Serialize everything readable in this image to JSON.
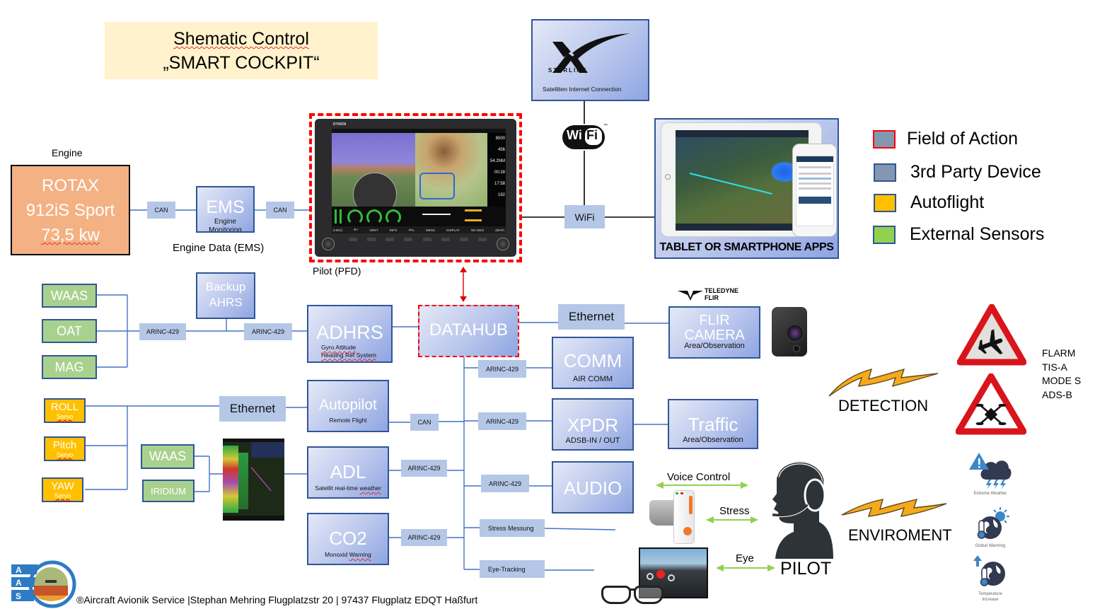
{
  "title": {
    "line1": "Shematic Control",
    "line2": "„SMART COCKPIT“"
  },
  "colors": {
    "component_border": "#2f5597",
    "connector_fill": "#b4c7e7",
    "sensor_fill": "#a9d18e",
    "autoflight_fill": "#ffc000",
    "engine_fill": "#f4b183",
    "field_of_action_border": "#ff0000",
    "title_fill": "#fff2cc",
    "device_swatch": "#8497b0",
    "arrow_green": "#92d050"
  },
  "engine": {
    "caption": "Engine",
    "line1": "ROTAX",
    "line2": "912iS Sport",
    "line3": "73,5 kw"
  },
  "ems": {
    "title": "EMS",
    "subtitle": "Engine Monitoring",
    "caption": "Engine Data (EMS)"
  },
  "connectors": {
    "can1": "CAN",
    "can2": "CAN",
    "can3": "CAN",
    "wifi": "WiFi",
    "arinc_sensors": "ARINC-429",
    "arinc_adhrs": "ARINC-429",
    "ethernet_flir": "Ethernet",
    "ethernet_servos": "Ethernet",
    "arinc_comm": "ARINC-429",
    "arinc_xpdr": "ARINC-429",
    "arinc_adl": "ARINC-429",
    "arinc_audio": "ARINC-429",
    "arinc_co2": "ARINC-429",
    "stress": "Stress Messung",
    "eye": "Eye-Tracking"
  },
  "pfd": {
    "caption": "Pilot (PFD)",
    "brand": "DYNON",
    "softkeys": [
      "(HDG)",
      "⊕+",
      "NRST",
      "INFO",
      "FPL",
      "MENU",
      "DISPLAY",
      "NO MSG",
      "(MAP)"
    ],
    "readouts": [
      "8500",
      "456",
      "54.2NM",
      "00:28",
      "17:58",
      "192"
    ]
  },
  "starlink": {
    "brand": "STARLINK",
    "caption": "Satelliten Internet Connection"
  },
  "wifi_logo": {
    "left": "Wi",
    "right": "Fi",
    "tm": "™"
  },
  "tablet": {
    "caption": "TABLET OR SMARTPHONE APPS"
  },
  "legend": [
    {
      "label": "Field of Action",
      "swatch": "#8497b0",
      "border": "#ff0000"
    },
    {
      "label": "3rd Party Device",
      "swatch": "#8497b0",
      "border": "#2f5597"
    },
    {
      "label": "Autoflight",
      "swatch": "#ffc000",
      "border": "#2f5597"
    },
    {
      "label": "External Sensors",
      "swatch": "#92d050",
      "border": "#2f5597"
    }
  ],
  "sensors_top": [
    "WAAS",
    "OAT",
    "MAG"
  ],
  "backup_ahrs": {
    "line1": "Backup",
    "line2": "AHRS"
  },
  "adhrs": {
    "title": "ADHRS",
    "sub1": "Gyro Attitude",
    "sub2": "Heading Ref System"
  },
  "datahub": {
    "title": "DATAHUB"
  },
  "flir": {
    "brand_line1": "TELEDYNE",
    "brand_line2": "FLIR",
    "line1": "FLIR",
    "line2": "CAMERA",
    "subtitle": "Area/Observation"
  },
  "comm": {
    "title": "COMM",
    "subtitle": "AIR COMM"
  },
  "xpdr": {
    "title": "XPDR",
    "subtitle": "ADSB-IN / OUT"
  },
  "traffic": {
    "title": "Traffic",
    "subtitle": "Area/Observation"
  },
  "audio": {
    "title": "AUDIO"
  },
  "servos": [
    {
      "title": "ROLL",
      "sub": "Servo"
    },
    {
      "title": "Pitch",
      "sub": "Servo"
    },
    {
      "title": "YAW",
      "sub": "Servo"
    }
  ],
  "autopilot": {
    "title": "Autopilot",
    "subtitle": "Remote Flight"
  },
  "sensors_bottom": [
    "WAAS",
    "IRIDIUM"
  ],
  "adl": {
    "title": "ADL",
    "subtitle_a": "Satellit real-time ",
    "subtitle_b": "weather"
  },
  "co2": {
    "title": "CO2",
    "subtitle_a": "Monoxid ",
    "subtitle_b": "Warning"
  },
  "pilot_links": {
    "voice": "Voice Control",
    "stress": "Stress",
    "eye": "Eye"
  },
  "pilot": {
    "label": "PILOT"
  },
  "detection": {
    "label": "DETECTION",
    "systems": [
      "FLARM",
      "TIS-A",
      "MODE S",
      "ADS-B"
    ]
  },
  "environment": {
    "label": "ENVIROMENT",
    "icons": [
      "Extreme Weather",
      "Global Warming",
      "Temperature Increase"
    ]
  },
  "footer": {
    "logo_letters": [
      "A",
      "A",
      "S"
    ],
    "text": "®Aircraft Avionik Service |Stephan Mehring Flugplatzstr 20 | 97437 Flugplatz EDQT Haßfurt"
  }
}
